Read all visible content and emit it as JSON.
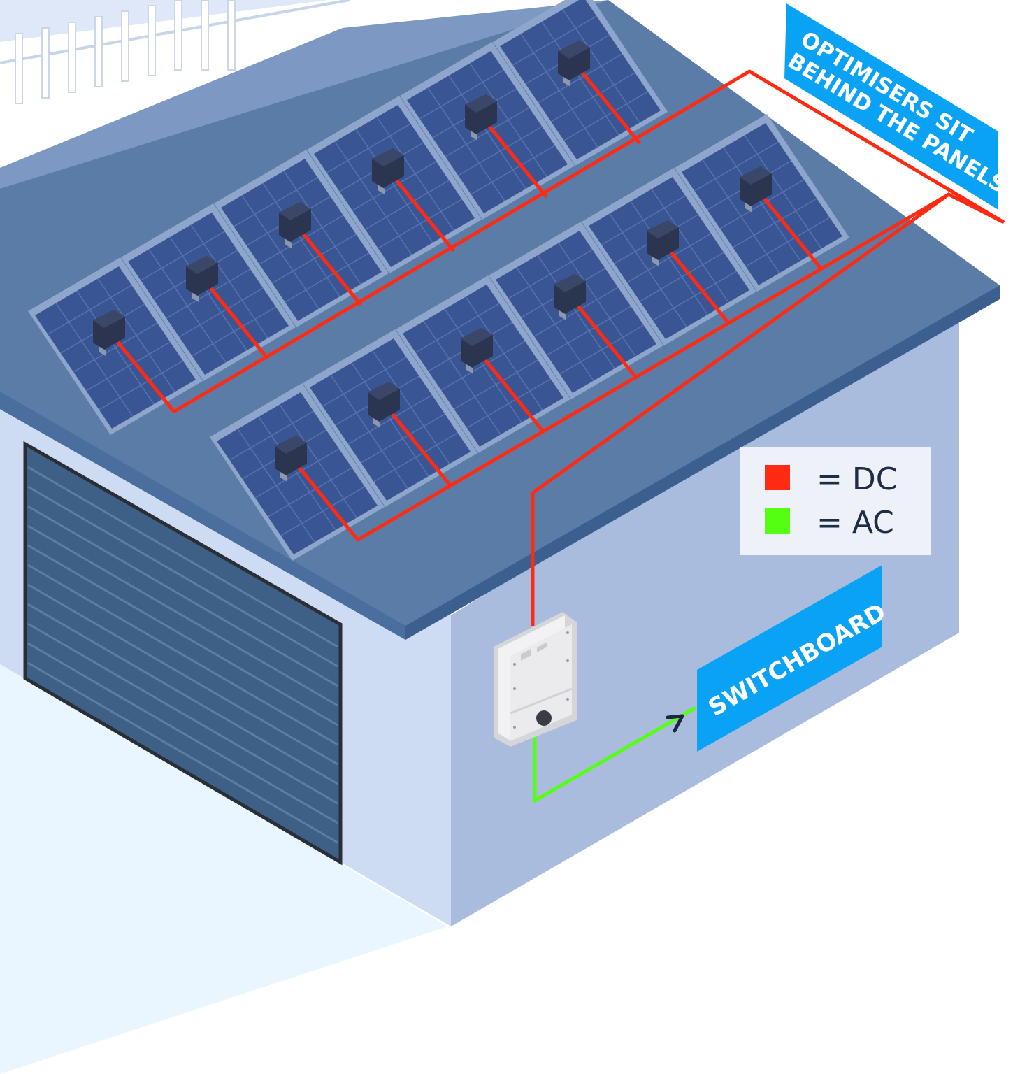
{
  "labels": {
    "optimisers_line1": "OPTIMISERS SIT",
    "optimisers_line2": "BEHIND THE PANELS",
    "switchboard": "SWITCHBOARD"
  },
  "legend": [
    {
      "color": "#ff2a12",
      "label": "= DC"
    },
    {
      "color": "#55ff12",
      "label": "= AC"
    }
  ],
  "colors": {
    "dc_wire": "#ff2a12",
    "ac_wire": "#55ff12",
    "label_bg": "#0aa2f5",
    "roof": "#5b7ca6",
    "wall_right": "#a9bcde",
    "wall_front": "#cddcf2",
    "garage_door": "#3e5f86",
    "panel": "#3a5593"
  },
  "icons": [
    "optimiser-icon",
    "inverter-icon",
    "arrow-icon",
    "solar-panel-icon"
  ]
}
